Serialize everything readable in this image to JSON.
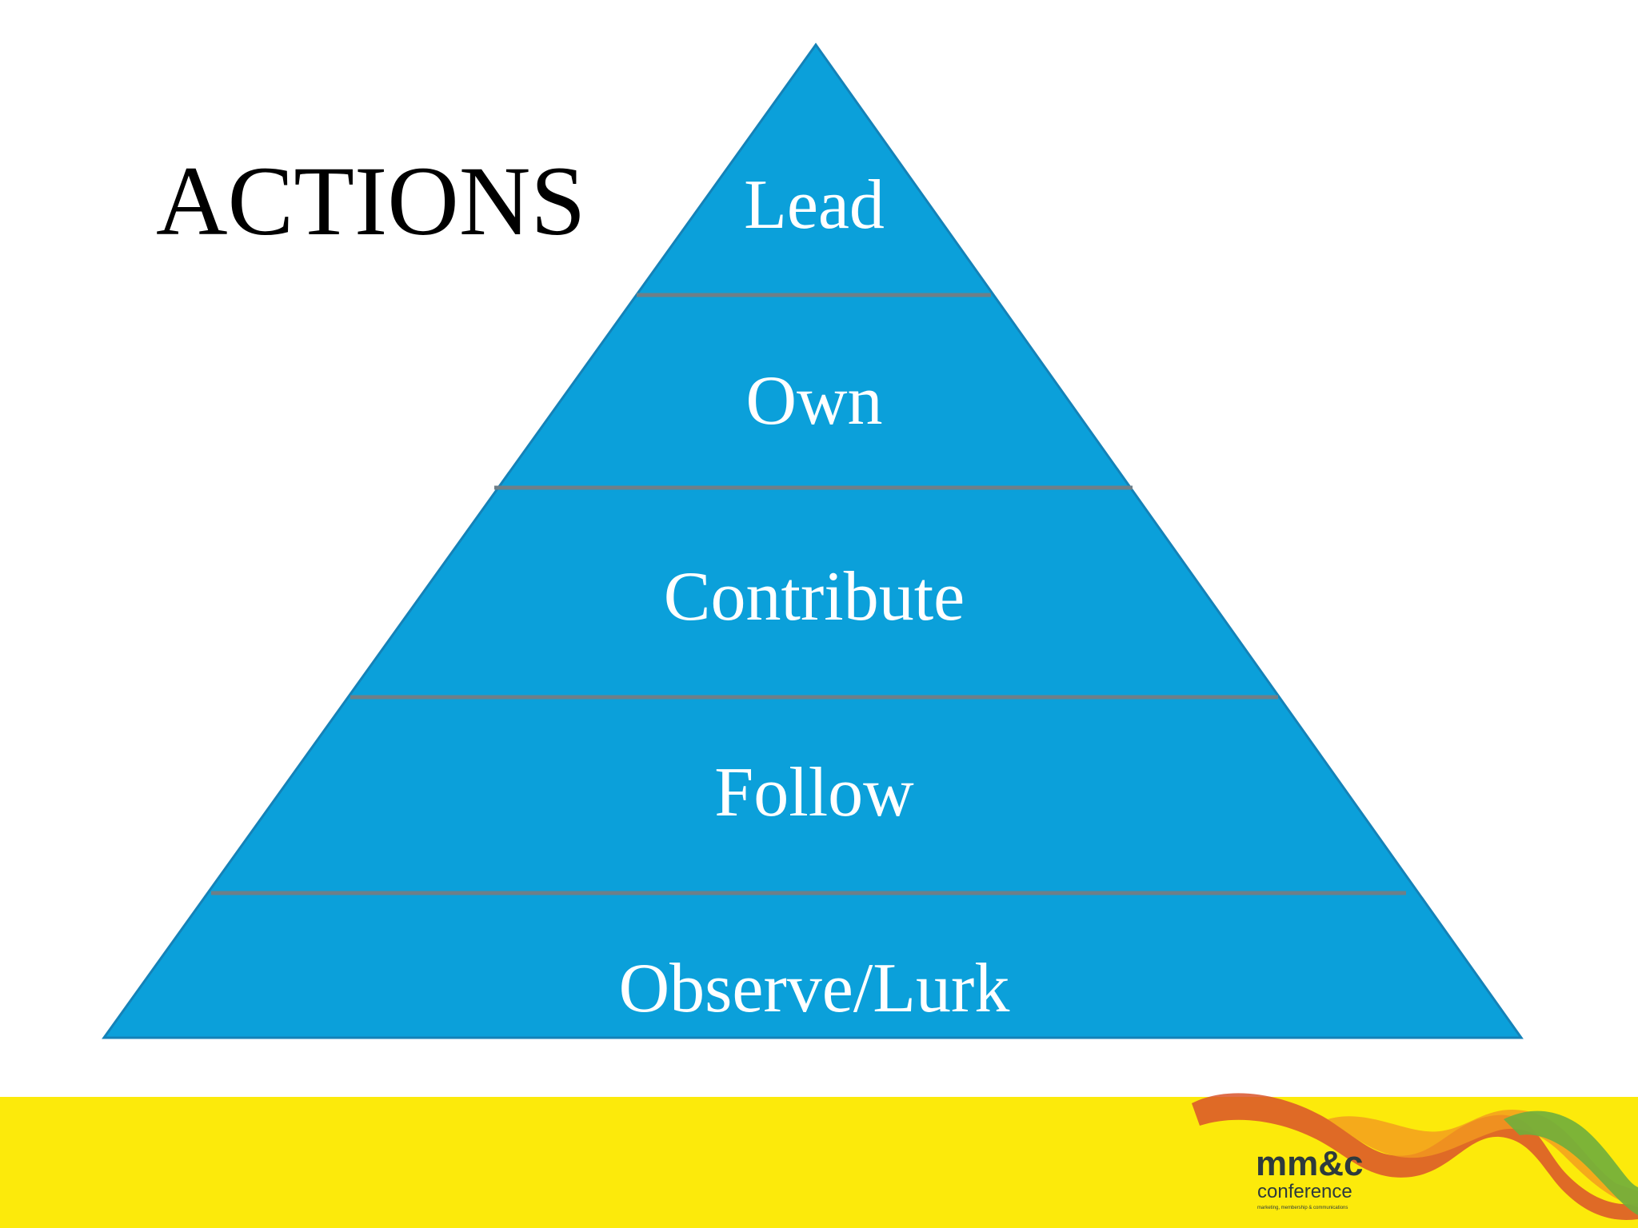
{
  "slide": {
    "title": "ACTIONS"
  },
  "pyramid": {
    "levels": [
      {
        "label": "Lead"
      },
      {
        "label": "Own"
      },
      {
        "label": "Contribute"
      },
      {
        "label": "Follow"
      },
      {
        "label": "Observe/Lurk"
      }
    ],
    "fill_color": "#0ba0da",
    "divider_color": "#6e7f88",
    "label_color": "#ffffff"
  },
  "footer": {
    "band_color": "#fcea0b",
    "logo": {
      "wordmark": "mm&c",
      "subtitle": "conference",
      "tagline": "marketing, membership & communications"
    }
  }
}
